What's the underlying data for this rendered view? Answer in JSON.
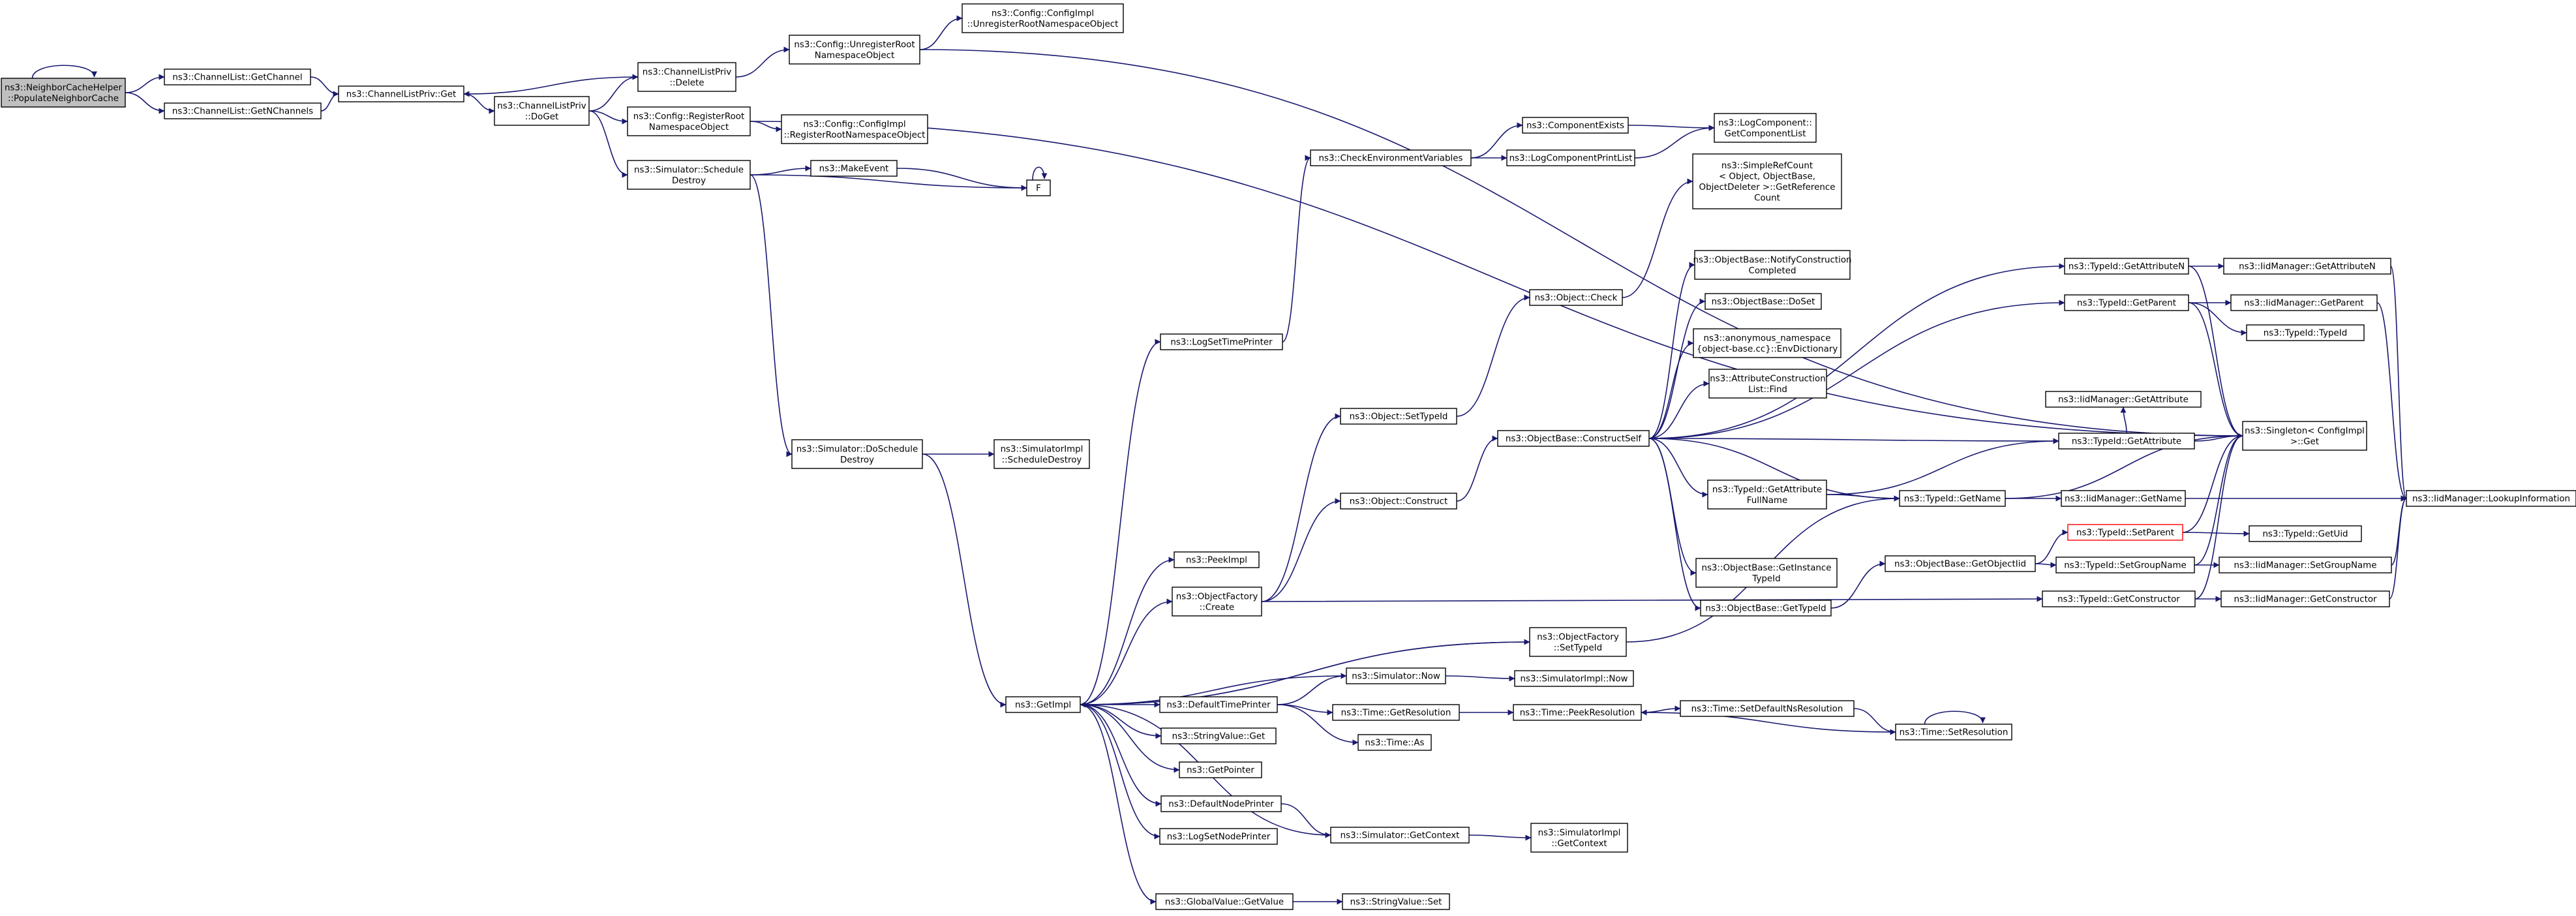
{
  "graph": {
    "colors": {
      "edge": "#191970",
      "node_border": "#000000",
      "root_fill": "#bfbfbf",
      "highlight_border": "#ff0000"
    },
    "nodes": [
      {
        "id": "root",
        "label": [
          "ns3::NeighborCacheHelper",
          "::PopulateNeighborCache"
        ],
        "root": true
      },
      {
        "id": "getChannel",
        "label": [
          "ns3::ChannelList::GetChannel"
        ]
      },
      {
        "id": "getNChannels",
        "label": [
          "ns3::ChannelList::GetNChannels"
        ]
      },
      {
        "id": "chPrivGet",
        "label": [
          "ns3::ChannelListPriv::Get"
        ]
      },
      {
        "id": "chPrivDoGet",
        "label": [
          "ns3::ChannelListPriv",
          "::DoGet"
        ]
      },
      {
        "id": "chPrivDelete",
        "label": [
          "ns3::ChannelListPriv",
          "::Delete"
        ]
      },
      {
        "id": "cfgUnregister",
        "label": [
          "ns3::Config::UnregisterRoot",
          "NamespaceObject"
        ]
      },
      {
        "id": "cfgImplUnregister",
        "label": [
          "ns3::Config::ConfigImpl",
          "::UnregisterRootNamespaceObject"
        ]
      },
      {
        "id": "cfgRegister",
        "label": [
          "ns3::Config::RegisterRoot",
          "NamespaceObject"
        ]
      },
      {
        "id": "cfgImplRegister",
        "label": [
          "ns3::Config::ConfigImpl",
          "::RegisterRootNamespaceObject"
        ]
      },
      {
        "id": "simSchedDestroy",
        "label": [
          "ns3::Simulator::Schedule",
          "Destroy"
        ]
      },
      {
        "id": "makeEvent",
        "label": [
          "ns3::MakeEvent"
        ]
      },
      {
        "id": "F",
        "label": [
          "F"
        ]
      },
      {
        "id": "simDoSchedDestroy",
        "label": [
          "ns3::Simulator::DoSchedule",
          "Destroy"
        ]
      },
      {
        "id": "simImplSchedDestroy",
        "label": [
          "ns3::SimulatorImpl",
          "::ScheduleDestroy"
        ]
      },
      {
        "id": "getImpl",
        "label": [
          "ns3::GetImpl"
        ]
      },
      {
        "id": "logSetTimePrinter",
        "label": [
          "ns3::LogSetTimePrinter"
        ]
      },
      {
        "id": "checkEnv",
        "label": [
          "ns3::CheckEnvironmentVariables"
        ]
      },
      {
        "id": "compExists",
        "label": [
          "ns3::ComponentExists"
        ]
      },
      {
        "id": "logCompPrint",
        "label": [
          "ns3::LogComponentPrintList"
        ]
      },
      {
        "id": "logCompGetList",
        "label": [
          "ns3::LogComponent::",
          "GetComponentList"
        ]
      },
      {
        "id": "simpleRef",
        "label": [
          "ns3::SimpleRefCount",
          "< Object, ObjectBase,",
          "ObjectDeleter >::GetReference",
          "Count"
        ]
      },
      {
        "id": "peekImpl",
        "label": [
          "ns3::PeekImpl"
        ]
      },
      {
        "id": "objFactCreate",
        "label": [
          "ns3::ObjectFactory",
          "::Create"
        ]
      },
      {
        "id": "objSetTypeId",
        "label": [
          "ns3::Object::SetTypeId"
        ]
      },
      {
        "id": "objConstruct",
        "label": [
          "ns3::Object::Construct"
        ]
      },
      {
        "id": "objCheck",
        "label": [
          "ns3::Object::Check"
        ]
      },
      {
        "id": "objBaseConstructSelf",
        "label": [
          "ns3::ObjectBase::ConstructSelf"
        ]
      },
      {
        "id": "notifyConstruction",
        "label": [
          "ns3::ObjectBase::NotifyConstruction",
          "Completed"
        ]
      },
      {
        "id": "objBaseDoSet",
        "label": [
          "ns3::ObjectBase::DoSet"
        ]
      },
      {
        "id": "envDictionary",
        "label": [
          "ns3::anonymous_namespace",
          "{object-base.cc}::EnvDictionary"
        ]
      },
      {
        "id": "attrConstructionFind",
        "label": [
          "ns3::AttributeConstruction",
          "List::Find"
        ]
      },
      {
        "id": "typeIdGetAttrFullName",
        "label": [
          "ns3::TypeId::GetAttribute",
          "FullName"
        ]
      },
      {
        "id": "objBaseGetInstanceTypeId",
        "label": [
          "ns3::ObjectBase::GetInstance",
          "TypeId"
        ]
      },
      {
        "id": "objBaseGetTypeId",
        "label": [
          "ns3::ObjectBase::GetTypeId"
        ]
      },
      {
        "id": "typeIdGetAttrN",
        "label": [
          "ns3::TypeId::GetAttributeN"
        ]
      },
      {
        "id": "typeIdGetParent",
        "label": [
          "ns3::TypeId::GetParent"
        ]
      },
      {
        "id": "typeIdGetAttribute",
        "label": [
          "ns3::TypeId::GetAttribute"
        ]
      },
      {
        "id": "typeIdGetName",
        "label": [
          "ns3::TypeId::GetName"
        ]
      },
      {
        "id": "objBaseGetObjectIid",
        "label": [
          "ns3::ObjectBase::GetObjectIid"
        ]
      },
      {
        "id": "typeIdSetParent",
        "label": [
          "ns3::TypeId::SetParent"
        ],
        "highlight": true
      },
      {
        "id": "typeIdSetGroupName",
        "label": [
          "ns3::TypeId::SetGroupName"
        ]
      },
      {
        "id": "typeIdGetConstructor",
        "label": [
          "ns3::TypeId::GetConstructor"
        ]
      },
      {
        "id": "iidGetAttrN",
        "label": [
          "ns3::IidManager::GetAttributeN"
        ]
      },
      {
        "id": "iidGetParent",
        "label": [
          "ns3::IidManager::GetParent"
        ]
      },
      {
        "id": "typeIdTypeId",
        "label": [
          "ns3::TypeId::TypeId"
        ]
      },
      {
        "id": "iidGetAttribute",
        "label": [
          "ns3::IidManager::GetAttribute"
        ]
      },
      {
        "id": "singletonGet",
        "label": [
          "ns3::Singleton< ConfigImpl",
          ">::Get"
        ]
      },
      {
        "id": "iidGetName",
        "label": [
          "ns3::IidManager::GetName"
        ]
      },
      {
        "id": "typeIdGetUid",
        "label": [
          "ns3::TypeId::GetUid"
        ]
      },
      {
        "id": "iidSetGroupName",
        "label": [
          "ns3::IidManager::SetGroupName"
        ]
      },
      {
        "id": "iidGetConstructor",
        "label": [
          "ns3::IidManager::GetConstructor"
        ]
      },
      {
        "id": "iidLookup",
        "label": [
          "ns3::IidManager::LookupInformation"
        ]
      },
      {
        "id": "objFactSetTypeId",
        "label": [
          "ns3::ObjectFactory",
          "::SetTypeId"
        ]
      },
      {
        "id": "simNow",
        "label": [
          "ns3::Simulator::Now"
        ]
      },
      {
        "id": "simImplNow",
        "label": [
          "ns3::SimulatorImpl::Now"
        ]
      },
      {
        "id": "defaultTimePrinter",
        "label": [
          "ns3::DefaultTimePrinter"
        ]
      },
      {
        "id": "timeGetResolution",
        "label": [
          "ns3::Time::GetResolution"
        ]
      },
      {
        "id": "timePeekResolution",
        "label": [
          "ns3::Time::PeekResolution"
        ]
      },
      {
        "id": "timeSetDefaultNs",
        "label": [
          "ns3::Time::SetDefaultNsResolution"
        ]
      },
      {
        "id": "timeSetResolution",
        "label": [
          "ns3::Time::SetResolution"
        ]
      },
      {
        "id": "timeAs",
        "label": [
          "ns3::Time::As"
        ]
      },
      {
        "id": "stringValueGet",
        "label": [
          "ns3::StringValue::Get"
        ]
      },
      {
        "id": "getPointer",
        "label": [
          "ns3::GetPointer"
        ]
      },
      {
        "id": "defaultNodePrinter",
        "label": [
          "ns3::DefaultNodePrinter"
        ]
      },
      {
        "id": "logSetNodePrinter",
        "label": [
          "ns3::LogSetNodePrinter"
        ]
      },
      {
        "id": "simGetContext",
        "label": [
          "ns3::Simulator::GetContext"
        ]
      },
      {
        "id": "simImplGetContext",
        "label": [
          "ns3::SimulatorImpl",
          "::GetContext"
        ]
      },
      {
        "id": "globalValueGetValue",
        "label": [
          "ns3::GlobalValue::GetValue"
        ]
      },
      {
        "id": "stringValueSet",
        "label": [
          "ns3::StringValue::Set"
        ]
      }
    ],
    "edges": [
      [
        "root",
        "root"
      ],
      [
        "root",
        "getChannel"
      ],
      [
        "root",
        "getNChannels"
      ],
      [
        "getChannel",
        "chPrivGet"
      ],
      [
        "getNChannels",
        "chPrivGet"
      ],
      [
        "chPrivGet",
        "chPrivDoGet"
      ],
      [
        "chPrivDoGet",
        "chPrivDelete"
      ],
      [
        "chPrivDelete",
        "chPrivGet"
      ],
      [
        "chPrivDelete",
        "cfgUnregister"
      ],
      [
        "cfgUnregister",
        "cfgImplUnregister"
      ],
      [
        "cfgUnregister",
        "singletonGet"
      ],
      [
        "chPrivDoGet",
        "cfgRegister"
      ],
      [
        "cfgRegister",
        "cfgImplRegister"
      ],
      [
        "cfgRegister",
        "singletonGet"
      ],
      [
        "chPrivDoGet",
        "simSchedDestroy"
      ],
      [
        "simSchedDestroy",
        "makeEvent"
      ],
      [
        "simSchedDestroy",
        "F"
      ],
      [
        "makeEvent",
        "F"
      ],
      [
        "F",
        "F"
      ],
      [
        "simSchedDestroy",
        "simDoSchedDestroy"
      ],
      [
        "simDoSchedDestroy",
        "simImplSchedDestroy"
      ],
      [
        "simDoSchedDestroy",
        "getImpl"
      ],
      [
        "getImpl",
        "logSetTimePrinter"
      ],
      [
        "logSetTimePrinter",
        "checkEnv"
      ],
      [
        "checkEnv",
        "compExists"
      ],
      [
        "checkEnv",
        "logCompPrint"
      ],
      [
        "compExists",
        "logCompGetList"
      ],
      [
        "logCompPrint",
        "logCompGetList"
      ],
      [
        "getImpl",
        "peekImpl"
      ],
      [
        "getImpl",
        "objFactCreate"
      ],
      [
        "objFactCreate",
        "objSetTypeId"
      ],
      [
        "objFactCreate",
        "objConstruct"
      ],
      [
        "objSetTypeId",
        "objCheck"
      ],
      [
        "objCheck",
        "simpleRef"
      ],
      [
        "objConstruct",
        "objBaseConstructSelf"
      ],
      [
        "objBaseConstructSelf",
        "notifyConstruction"
      ],
      [
        "objBaseConstructSelf",
        "objBaseDoSet"
      ],
      [
        "objBaseConstructSelf",
        "envDictionary"
      ],
      [
        "objBaseConstructSelf",
        "attrConstructionFind"
      ],
      [
        "objBaseConstructSelf",
        "typeIdGetAttrFullName"
      ],
      [
        "objBaseConstructSelf",
        "objBaseGetInstanceTypeId"
      ],
      [
        "objBaseConstructSelf",
        "objBaseGetTypeId"
      ],
      [
        "objBaseConstructSelf",
        "typeIdGetAttrN"
      ],
      [
        "objBaseConstructSelf",
        "typeIdGetParent"
      ],
      [
        "objBaseConstructSelf",
        "typeIdGetAttribute"
      ],
      [
        "objBaseConstructSelf",
        "typeIdGetName"
      ],
      [
        "typeIdGetAttrFullName",
        "typeIdGetAttribute"
      ],
      [
        "typeIdGetAttrFullName",
        "typeIdGetName"
      ],
      [
        "objBaseGetTypeId",
        "objBaseGetObjectIid"
      ],
      [
        "objBaseGetObjectIid",
        "typeIdSetParent"
      ],
      [
        "objBaseGetObjectIid",
        "typeIdSetGroupName"
      ],
      [
        "typeIdGetAttrN",
        "iidGetAttrN"
      ],
      [
        "typeIdGetAttrN",
        "singletonGet"
      ],
      [
        "typeIdGetParent",
        "iidGetParent"
      ],
      [
        "typeIdGetParent",
        "typeIdTypeId"
      ],
      [
        "typeIdGetParent",
        "singletonGet"
      ],
      [
        "typeIdGetAttribute",
        "iidGetAttribute"
      ],
      [
        "typeIdGetAttribute",
        "singletonGet"
      ],
      [
        "typeIdGetName",
        "iidGetName"
      ],
      [
        "typeIdGetName",
        "singletonGet"
      ],
      [
        "typeIdSetParent",
        "typeIdGetUid"
      ],
      [
        "typeIdSetParent",
        "singletonGet"
      ],
      [
        "typeIdSetGroupName",
        "iidSetGroupName"
      ],
      [
        "typeIdSetGroupName",
        "singletonGet"
      ],
      [
        "typeIdGetConstructor",
        "iidGetConstructor"
      ],
      [
        "typeIdGetConstructor",
        "singletonGet"
      ],
      [
        "iidGetAttrN",
        "iidLookup"
      ],
      [
        "iidGetParent",
        "iidLookup"
      ],
      [
        "iidGetName",
        "iidLookup"
      ],
      [
        "iidSetGroupName",
        "iidLookup"
      ],
      [
        "iidGetConstructor",
        "iidLookup"
      ],
      [
        "objFactCreate",
        "typeIdGetConstructor"
      ],
      [
        "getImpl",
        "objFactSetTypeId"
      ],
      [
        "objFactSetTypeId",
        "getImpl"
      ],
      [
        "objFactSetTypeId",
        "typeIdGetName"
      ],
      [
        "getImpl",
        "defaultTimePrinter"
      ],
      [
        "defaultTimePrinter",
        "simNow"
      ],
      [
        "simNow",
        "getImpl"
      ],
      [
        "simNow",
        "simImplNow"
      ],
      [
        "defaultTimePrinter",
        "timeGetResolution"
      ],
      [
        "defaultTimePrinter",
        "timeAs"
      ],
      [
        "timeGetResolution",
        "timePeekResolution"
      ],
      [
        "timePeekResolution",
        "timeSetDefaultNs"
      ],
      [
        "timeSetDefaultNs",
        "timeSetResolution"
      ],
      [
        "timeSetResolution",
        "timePeekResolution"
      ],
      [
        "timeSetResolution",
        "timeSetResolution"
      ],
      [
        "getImpl",
        "stringValueGet"
      ],
      [
        "getImpl",
        "getPointer"
      ],
      [
        "getImpl",
        "defaultNodePrinter"
      ],
      [
        "getImpl",
        "logSetNodePrinter"
      ],
      [
        "defaultNodePrinter",
        "simGetContext"
      ],
      [
        "simGetContext",
        "getImpl"
      ],
      [
        "simGetContext",
        "simImplGetContext"
      ],
      [
        "getImpl",
        "globalValueGetValue"
      ],
      [
        "globalValueGetValue",
        "stringValueSet"
      ]
    ]
  }
}
